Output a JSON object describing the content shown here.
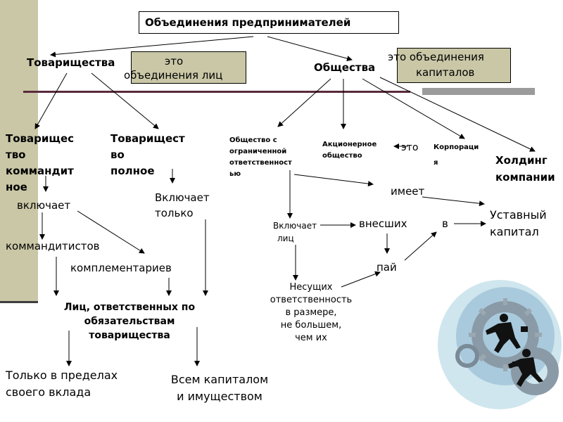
{
  "diagram": {
    "title": "Объединения предпринимателей",
    "partnerships": "Товарищества",
    "partnerships_note_1": "это",
    "partnerships_note_2": "объединения лиц",
    "societies": "Общества",
    "societies_note_1": "это объединения",
    "societies_note_2": "капиталов",
    "limited_partnership": [
      "Товарищес",
      "тво",
      "коммандит",
      "ное"
    ],
    "includes_1": "включает",
    "commanditists": "коммандитистов",
    "complementaries": "комплементариев",
    "general_partnership": [
      "Товарищест",
      "во",
      "полное"
    ],
    "includes_only": [
      "Включает",
      "только"
    ],
    "liable_persons": [
      "Лиц, ответственных по",
      "обязательствам",
      "товарищества"
    ],
    "only_within": [
      "Только в пределах",
      "своего вклада"
    ],
    "all_capital": [
      "Всем капиталом",
      "и имуществом"
    ],
    "llc": [
      "Общество с",
      "ограниченной",
      "ответственност",
      "ью"
    ],
    "jsc": [
      "Акционерное",
      "общество"
    ],
    "eto": "это",
    "corporation": [
      "Корпораци",
      "я"
    ],
    "holding": [
      "Холдинг",
      "компании"
    ],
    "has": "имеет",
    "includes_persons": [
      "Включает",
      "лиц"
    ],
    "contributed": "внесших",
    "v": "в",
    "charter_capital": [
      "Уставный",
      "капитал"
    ],
    "share": "пай",
    "bearing": [
      "Несущих",
      "ответственность",
      "в размере,",
      "не большем,",
      "чем их"
    ]
  },
  "colors": {
    "sidebar": "#c9c7a6",
    "note_box": "#c9c7a6",
    "divider": "#5a2a3c",
    "gray_bar": "#9b9b9b"
  }
}
